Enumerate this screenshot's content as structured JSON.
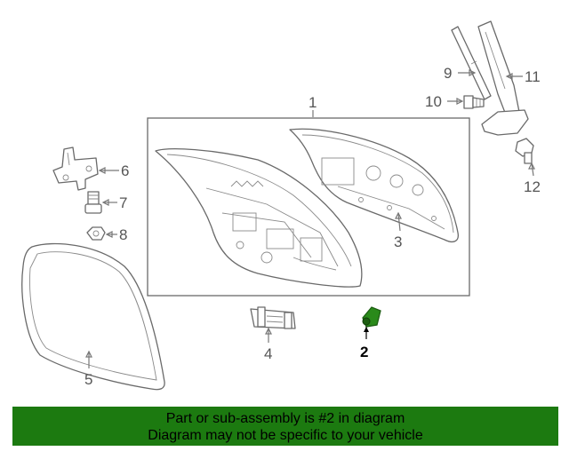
{
  "diagram": {
    "highlight_color": "#2a8a1a",
    "callouts": [
      {
        "id": "1",
        "label": "1"
      },
      {
        "id": "2",
        "label": "2",
        "highlighted": true
      },
      {
        "id": "3",
        "label": "3"
      },
      {
        "id": "4",
        "label": "4"
      },
      {
        "id": "5",
        "label": "5"
      },
      {
        "id": "6",
        "label": "6"
      },
      {
        "id": "7",
        "label": "7"
      },
      {
        "id": "8",
        "label": "8"
      },
      {
        "id": "9",
        "label": "9"
      },
      {
        "id": "10",
        "label": "10"
      },
      {
        "id": "11",
        "label": "11"
      },
      {
        "id": "12",
        "label": "12"
      }
    ]
  },
  "banner": {
    "background": "#1c7a10",
    "line1": "Part or sub-assembly is #2 in diagram",
    "line2": "Diagram may not be specific to your vehicle"
  }
}
